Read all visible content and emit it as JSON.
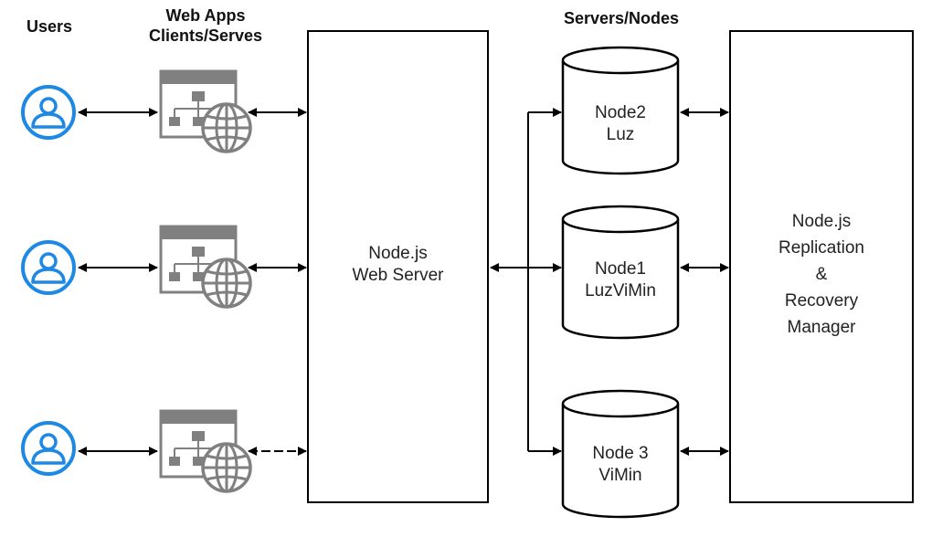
{
  "headers": {
    "users": "Users",
    "webapps_line1": "Web Apps",
    "webapps_line2": "Clients/Serves",
    "servers": "Servers/Nodes"
  },
  "web_server": {
    "line1": "Node.js",
    "line2": "Web Server"
  },
  "nodes": [
    {
      "line1": "Node2",
      "line2": "Luz"
    },
    {
      "line1": "Node1",
      "line2": "LuzViMin"
    },
    {
      "line1": "Node 3",
      "line2": "ViMin"
    }
  ],
  "manager": {
    "line1": "Node.js",
    "line2": "Replication",
    "line3": "&",
    "line4": "Recovery",
    "line5": "Manager"
  },
  "colors": {
    "user_icon": "#1e88e5",
    "webapp_icon": "#808080",
    "stroke": "#000000"
  },
  "icons": {
    "user": "user-circle-icon",
    "webapp": "web-app-sitemap-globe-icon"
  }
}
